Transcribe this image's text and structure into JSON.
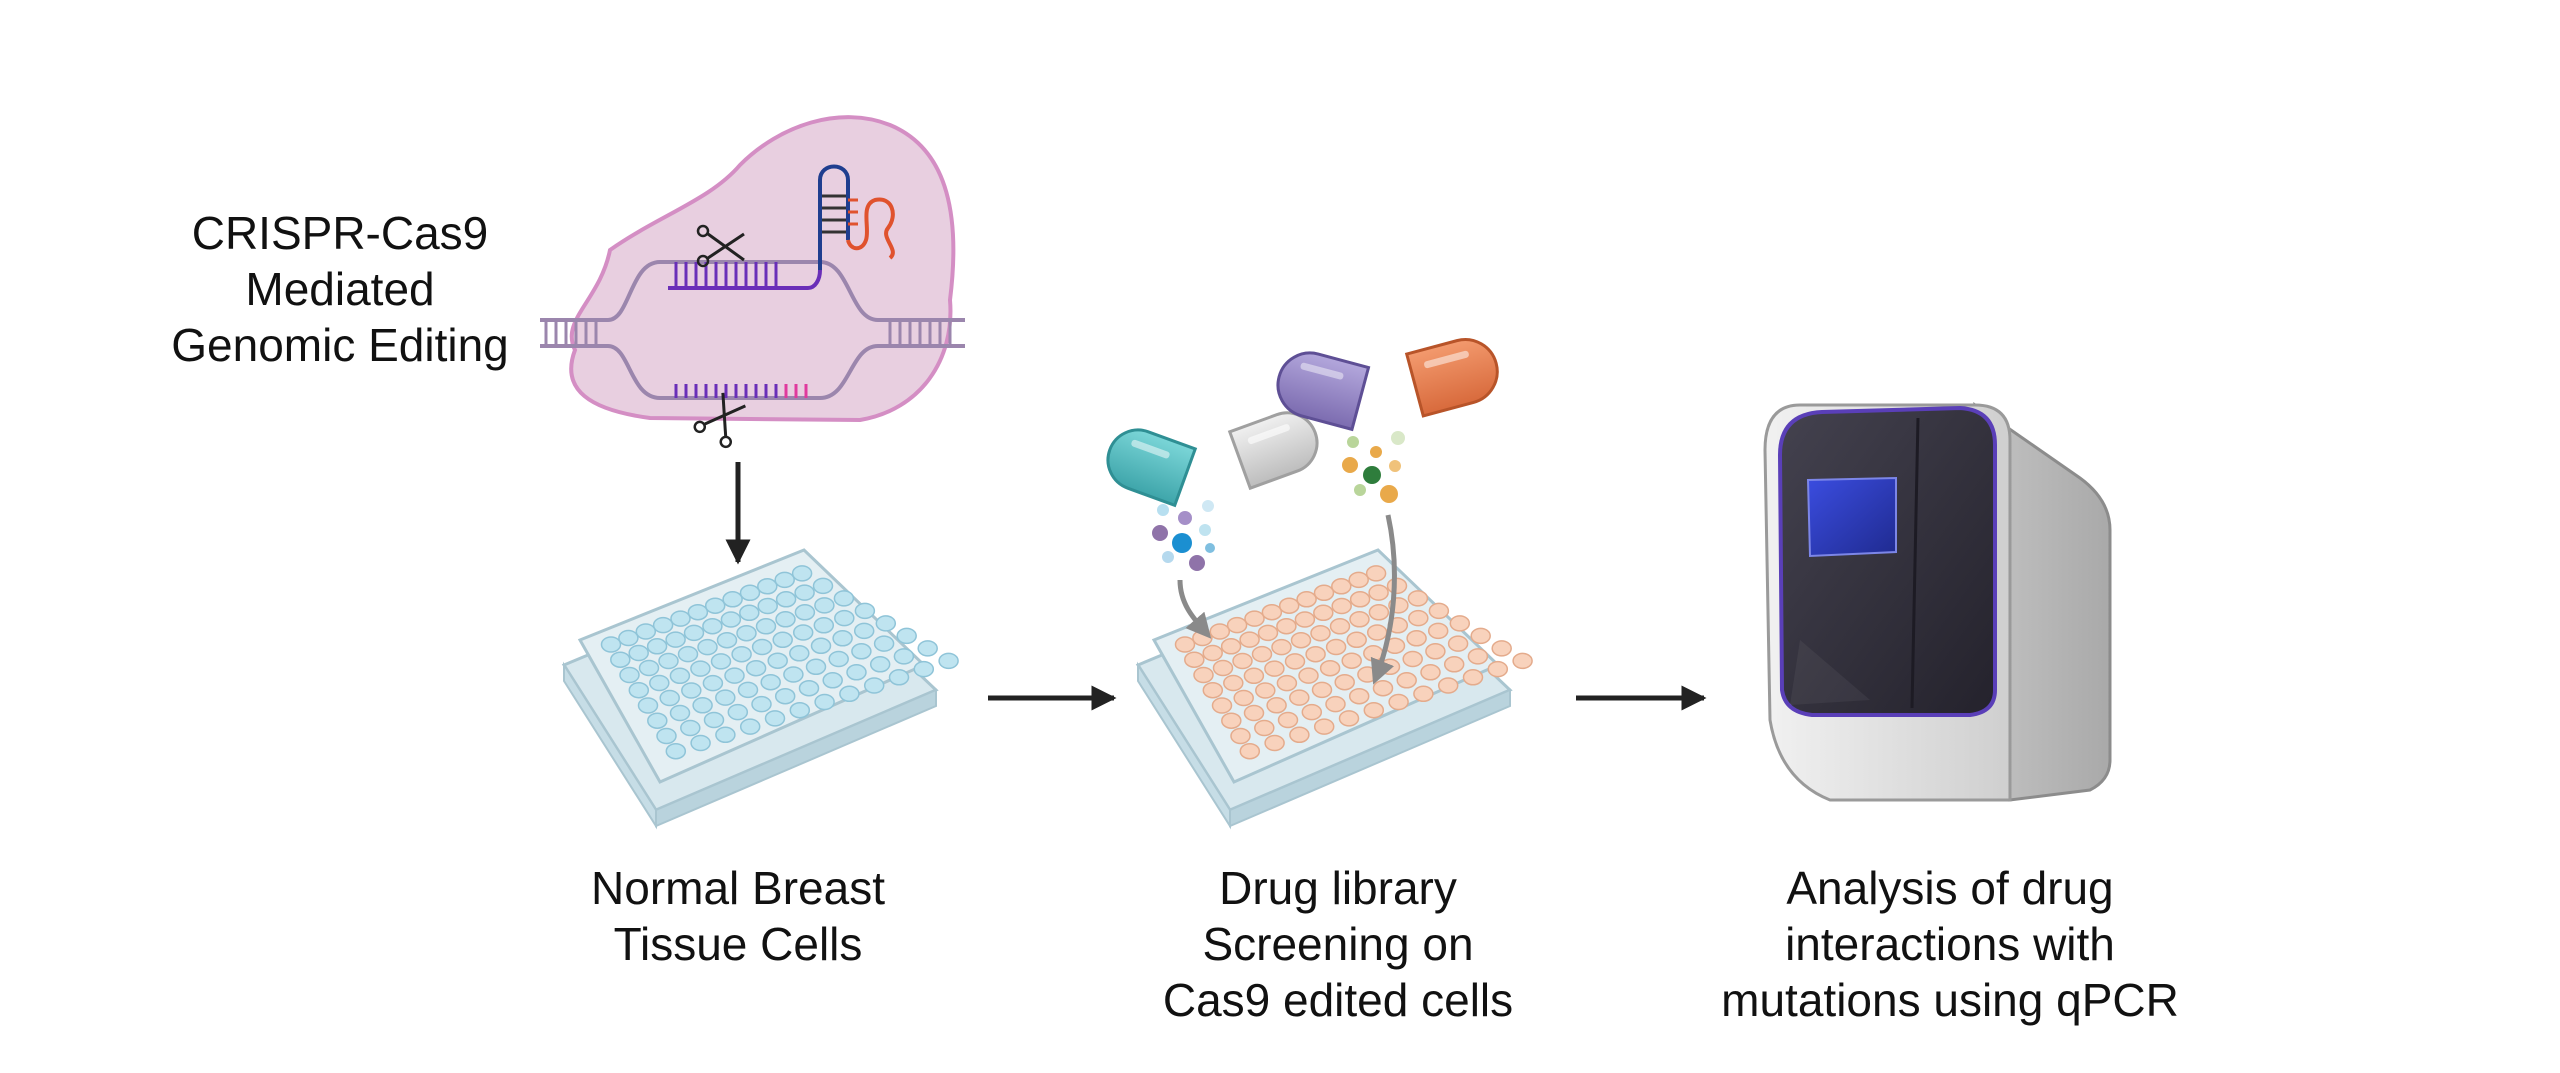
{
  "crispr_label": {
    "line1": "CRISPR-Cas9",
    "line2": "Mediated",
    "line3": "Genomic Editing"
  },
  "steps": [
    {
      "line1": "Normal Breast",
      "line2": "Tissue Cells"
    },
    {
      "line1": "Drug library",
      "line2": "Screening on",
      "line3": "Cas9 edited cells"
    },
    {
      "line1": "Analysis of drug",
      "line2": "interactions with",
      "line3": "mutations using qPCR"
    }
  ],
  "colors": {
    "cell_fill": "#e8cfe0",
    "cell_border": "#d48ec4",
    "dna_strand": "#9b86ad",
    "guide_rna": "#6a2fb8",
    "rna_loop": "#e0522e",
    "pam_mark": "#e03a9e",
    "normal_well": "#bfe4f0",
    "edited_well": "#f8d2bc",
    "capsule_teal": "#5bc1c5",
    "capsule_gray": "#d9d9d9",
    "capsule_purple": "#9a8bc6",
    "capsule_orange": "#ea8457",
    "qpcr_body": "#e4e4e4",
    "qpcr_panel": "#34323f",
    "qpcr_screen": "#2d3cb8",
    "arrow": "#222222"
  },
  "icons": [
    "dna-helix-icon",
    "scissors-icon",
    "well-plate-icon",
    "capsule-icon",
    "qpcr-machine-icon",
    "arrow-icon"
  ]
}
